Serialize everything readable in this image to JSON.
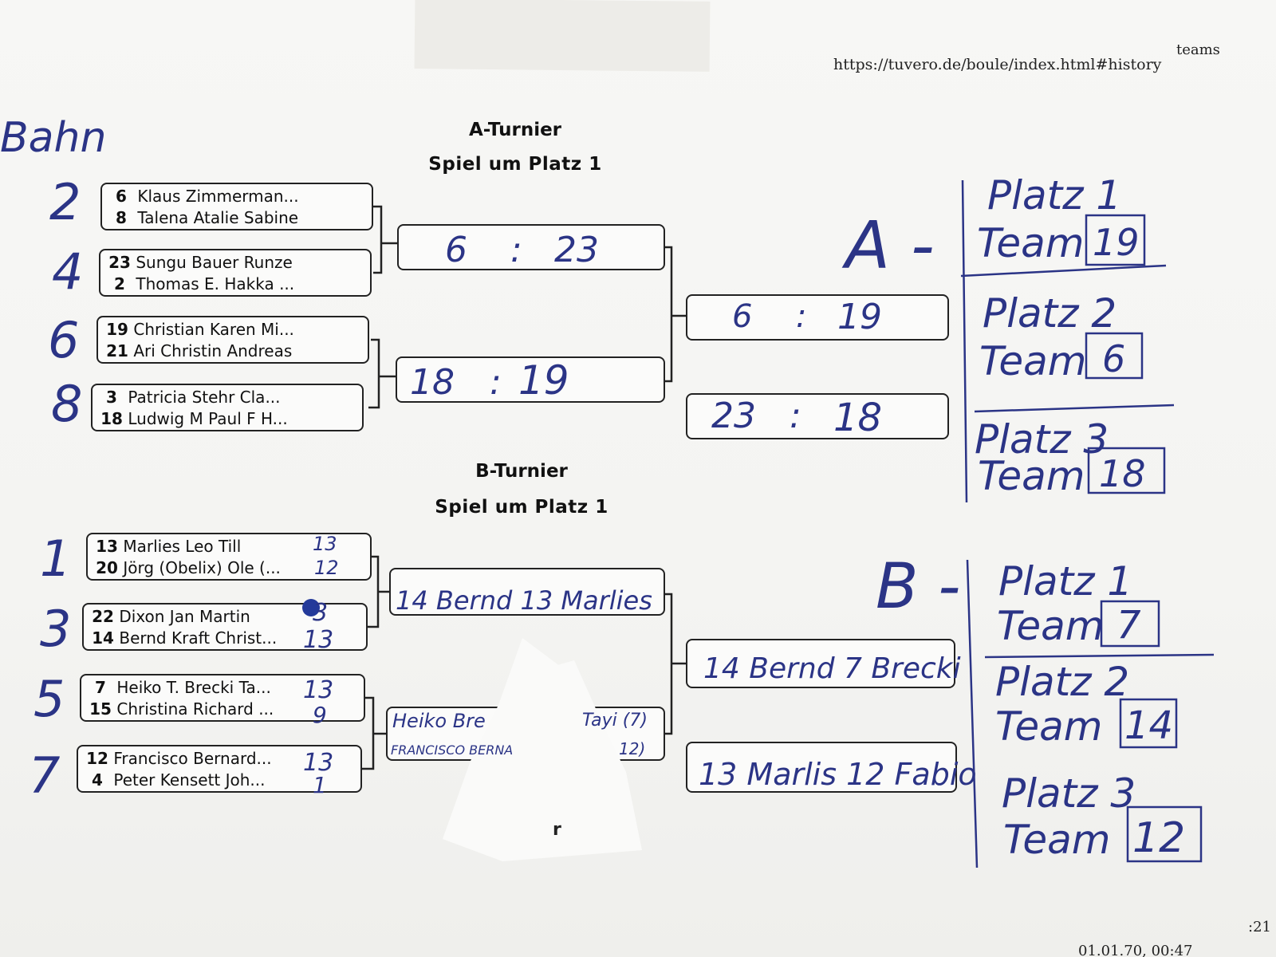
{
  "header": {
    "url": "https://tuvero.de/boule/index.html#history",
    "url_fragment": "teams"
  },
  "handwriting": {
    "bahn": "Bahn"
  },
  "a_tournament": {
    "title": "A-Turnier",
    "subtitle": "Spiel um Platz 1",
    "bahn_numbers": [
      "2",
      "4",
      "6",
      "8"
    ],
    "teams": [
      {
        "seed": "6",
        "name": "Klaus Zimmerman..."
      },
      {
        "seed": "8",
        "name": "Talena Atalie Sabine"
      },
      {
        "seed": "23",
        "name": "Sungu Bauer Runze"
      },
      {
        "seed": "2",
        "name": "Thomas E. Hakka ..."
      },
      {
        "seed": "19",
        "name": "Christian Karen Mi..."
      },
      {
        "seed": "21",
        "name": "Ari Christin Andreas"
      },
      {
        "seed": "3",
        "name": "Patricia Stehr Cla..."
      },
      {
        "seed": "18",
        "name": "Ludwig M Paul F H..."
      }
    ],
    "semifinals": [
      {
        "left": "6",
        "right": "23"
      },
      {
        "left": "18",
        "right": "19"
      }
    ],
    "finals": [
      {
        "left": "6",
        "right": "19"
      },
      {
        "left": "23",
        "right": "18"
      }
    ],
    "result_label": "A -",
    "standings": [
      {
        "place": "Platz 1",
        "team_label": "Team",
        "team": "19"
      },
      {
        "place": "Platz 2",
        "team_label": "Team",
        "team": "6"
      },
      {
        "place": "Platz 3",
        "team_label": "Team",
        "team": "18"
      }
    ]
  },
  "b_tournament": {
    "title": "B-Turnier",
    "subtitle": "Spiel um Platz 1",
    "bahn_numbers": [
      "1",
      "3",
      "5",
      "7"
    ],
    "teams": [
      {
        "seed": "13",
        "name": "Marlies Leo Till",
        "score": "13"
      },
      {
        "seed": "20",
        "name": "Jörg (Obelix) Ole (...",
        "score": "12"
      },
      {
        "seed": "22",
        "name": "Dixon Jan Martin",
        "score": "3"
      },
      {
        "seed": "14",
        "name": "Bernd Kraft Christ...",
        "score": "13"
      },
      {
        "seed": "7",
        "name": "Heiko T. Brecki Ta...",
        "score": "13"
      },
      {
        "seed": "15",
        "name": "Christina Richard ...",
        "score": "9"
      },
      {
        "seed": "12",
        "name": "Francisco Bernard...",
        "score": "13"
      },
      {
        "seed": "4",
        "name": "Peter Kensett Joh...",
        "score": "1"
      }
    ],
    "semifinals": [
      {
        "text": "14 Bernd  13 Marlies"
      },
      {
        "line1": "Heiko Bre",
        "line1b": "Tayi (7)",
        "line2": "FRANCISCO BERNA",
        "line2b": "12)"
      }
    ],
    "finals": [
      {
        "text": "14 Bernd  7 Brecki"
      },
      {
        "text": "13 Marlis  12 Fabio"
      }
    ],
    "result_label": "B -",
    "standings": [
      {
        "place": "Platz 1",
        "team_label": "Team",
        "team": "7"
      },
      {
        "place": "Platz 2",
        "team_label": "Team",
        "team": "14"
      },
      {
        "place": "Platz 3",
        "team_label": "Team",
        "team": "12"
      }
    ]
  },
  "footer": {
    "date": "01.01.70, 00:47",
    "time_clip": ":21",
    "mark": "r"
  }
}
